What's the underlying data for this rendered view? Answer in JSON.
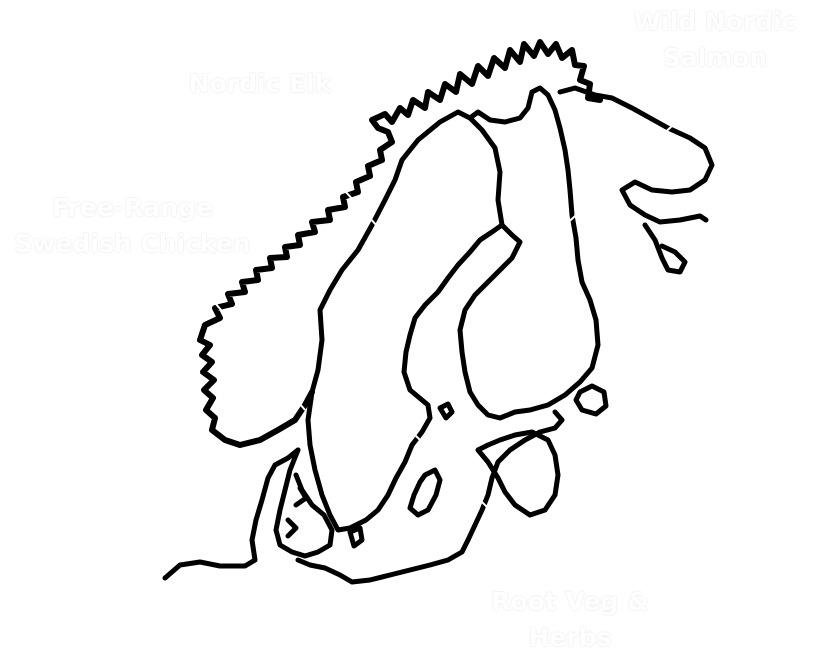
{
  "map": {
    "region": "Scandinavia / Nordic countries outline",
    "background": "#ffffff",
    "outline_color": "#000000",
    "label_color": "#ffffff"
  },
  "labels": {
    "salmon": {
      "line1": "Wild Nordic",
      "line2": "Salmon"
    },
    "elk": {
      "line1": "Nordic Elk"
    },
    "chicken": {
      "line1": "Free-Range",
      "line2": "Swedish Chicken"
    },
    "veg": {
      "line1": "Root Veg &",
      "line2": "Herbs"
    }
  }
}
